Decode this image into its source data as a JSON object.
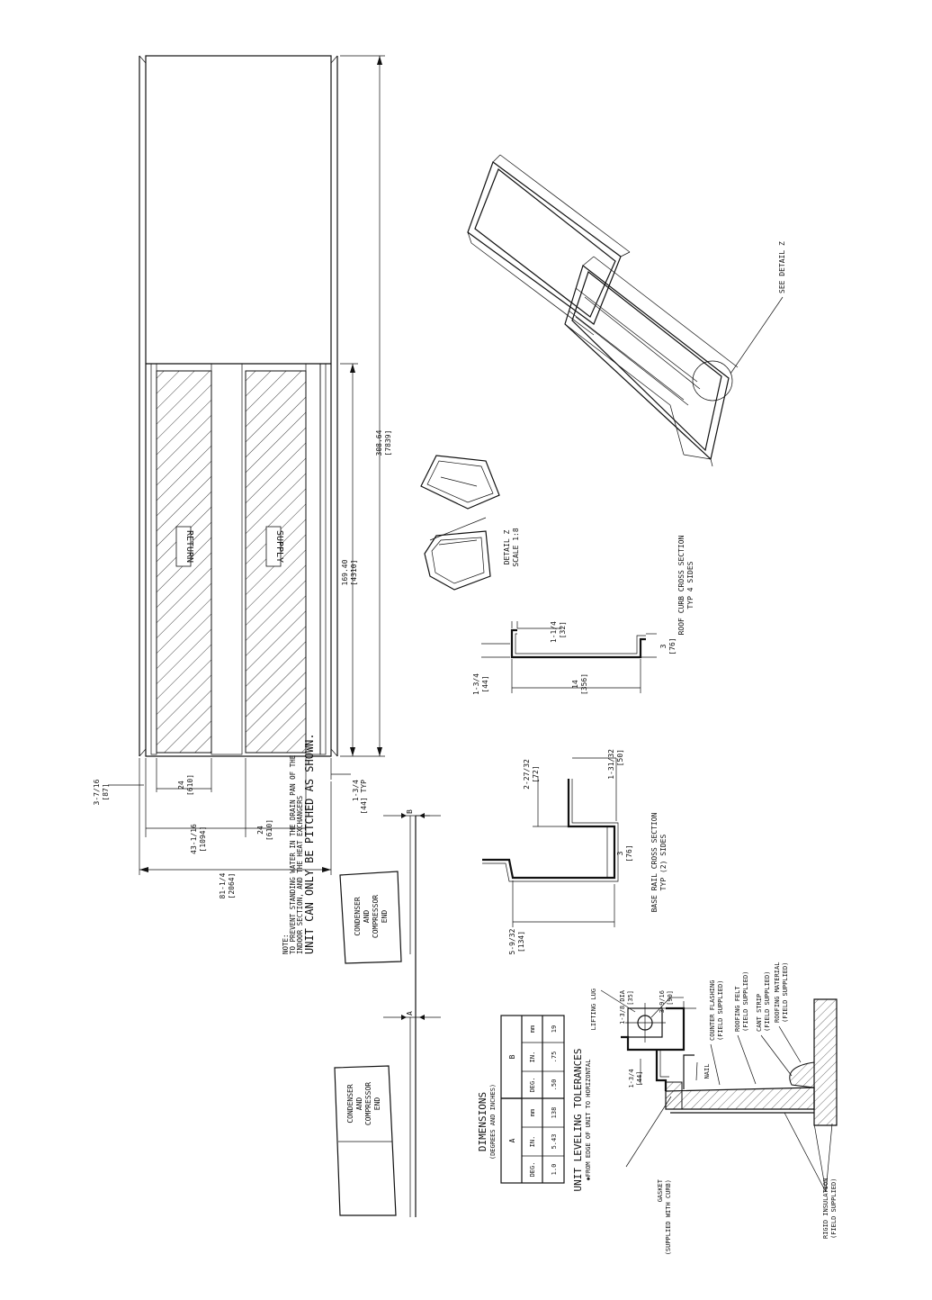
{
  "plan": {
    "return_label": "RETURN",
    "supply_label": "SUPPLY",
    "dims": {
      "overall_len": {
        "a": "308.64",
        "b": "[7839]"
      },
      "curb_len": {
        "a": "169.40",
        "b": "[4310]"
      },
      "d_3_7_16": {
        "a": "3-7/16",
        "b": "[87]"
      },
      "d_24a": {
        "a": "24",
        "b": "[610]"
      },
      "d_43": {
        "a": "43-1/16",
        "b": "[1094]"
      },
      "d_24b": {
        "a": "24",
        "b": "[610]"
      },
      "d_81": {
        "a": "81-1/4",
        "b": "[2064]"
      },
      "d_1_3_4_typ": {
        "a": "1-3/4",
        "b": "[44] TYP"
      }
    }
  },
  "iso_view": {
    "see_detail": "SEE DETAIL  Z"
  },
  "detail_z": {
    "title": "DETAIL  Z",
    "scale": "SCALE 1:8"
  },
  "roof_curb_section": {
    "title": "ROOF CURB CROSS SECTION",
    "subtitle": "TYP 4 SIDES",
    "dims": {
      "d_1_1_4": {
        "a": "1-1/4",
        "b": "[32]"
      },
      "d_3": {
        "a": "3",
        "b": "[76]"
      },
      "d_1_3_4": {
        "a": "1-3/4",
        "b": "[44]"
      },
      "d_14": {
        "a": "14",
        "b": "[356]"
      }
    }
  },
  "base_rail_section": {
    "title": "BASE RAIL CROSS SECTION",
    "subtitle": "TYP (2) SIDES",
    "dims": {
      "d_2_27_32": {
        "a": "2-27/32",
        "b": "[72]"
      },
      "d_1_31_32": {
        "a": "1-31/32",
        "b": "[50]"
      },
      "d_3": {
        "a": "3",
        "b": "[76]"
      },
      "d_5_9_32": {
        "a": "5-9/32",
        "b": "[134]"
      }
    }
  },
  "note": {
    "line1": "NOTE:",
    "line2": "TO PREVENT STANDING WATER IN THE DRAIN PAN OF THE",
    "line3": "INDOOR SECTION, AND THE HEAT EXCHANGERS",
    "line4": "UNIT CAN ONLY BE PITCHED AS SHOWN."
  },
  "pitch_boxes": {
    "box_b_text": [
      "CONDENSER",
      "AND",
      "COMPRESSOR",
      "END"
    ],
    "box_a_text": [
      "CONDENSER",
      "AND",
      "COMPRESSOR",
      "END"
    ],
    "label_b": "B",
    "label_a": "A"
  },
  "dimensions_table": {
    "title": "DIMENSIONS",
    "subtitle": "(DEGREES AND INCHES)",
    "group_a": "A",
    "group_b": "B",
    "headers": [
      "DEG.",
      "IN.",
      "mm",
      "DEG.",
      "IN.",
      "mm"
    ],
    "row": [
      "1.0",
      "5.43",
      "138",
      ".50",
      ".75",
      "19"
    ]
  },
  "leveling": {
    "title": "UNIT LEVELING TOLERANCES",
    "subtitle": "✱FROM EDGE OF UNIT TO HORIZONTAL"
  },
  "curb_detail": {
    "lifting_lug": "LIFTING LUG",
    "d_1_3_8_dia": {
      "a": "1-3/8 DIA",
      "b": "[35]"
    },
    "d_3_9_16": {
      "a": "3-9/16",
      "b": "[90]"
    },
    "d_1_3_4": {
      "a": "1-3/4",
      "b": "[44]"
    },
    "nail": "NAIL",
    "counter_flashing": {
      "a": "COUNTER FLASHING",
      "b": "(FIELD SUPPLIED)"
    },
    "roofing_felt": {
      "a": "ROOFING FELT",
      "b": "(FIELD SUPPLIED)"
    },
    "cant_strip": {
      "a": "CANT STRIP",
      "b": "(FIELD SUPPLIED)"
    },
    "roofing_material": {
      "a": "ROOFING MATERIAL",
      "b": "(FIELD SUPPLIED)"
    },
    "gasket": {
      "a": "GASKET",
      "b": "(SUPPLIED WITH CURB)"
    },
    "rigid_insulation": {
      "a": "RIGID INSULATION",
      "b": "(FIELD SUPPLIED)"
    }
  }
}
